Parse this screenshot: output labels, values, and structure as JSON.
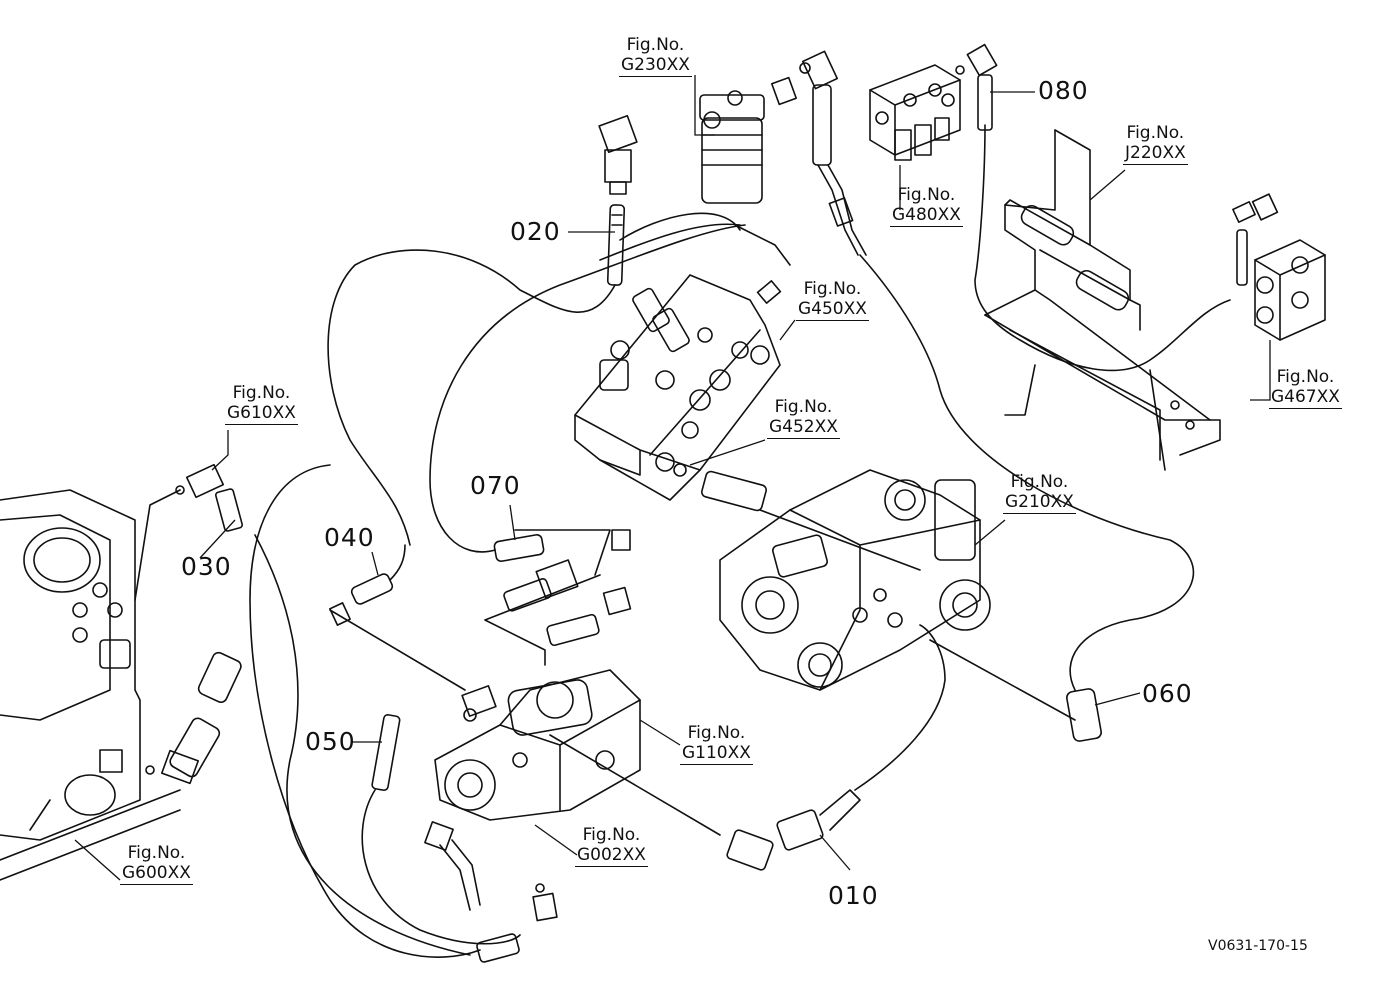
{
  "diagram": {
    "drawing_code": "V0631-170-15",
    "part_numbers": [
      {
        "id": "p010",
        "text": "010"
      },
      {
        "id": "p020",
        "text": "020"
      },
      {
        "id": "p030",
        "text": "030"
      },
      {
        "id": "p040",
        "text": "040"
      },
      {
        "id": "p050",
        "text": "050"
      },
      {
        "id": "p060",
        "text": "060"
      },
      {
        "id": "p070",
        "text": "070"
      },
      {
        "id": "p080",
        "text": "080"
      }
    ],
    "figure_refs": [
      {
        "id": "g230",
        "label": "Fig.No.",
        "code": "G230XX"
      },
      {
        "id": "g480",
        "label": "Fig.No.",
        "code": "G480XX"
      },
      {
        "id": "j220",
        "label": "Fig.No.",
        "code": "J220XX"
      },
      {
        "id": "g450",
        "label": "Fig.No.",
        "code": "G450XX"
      },
      {
        "id": "g452",
        "label": "Fig.No.",
        "code": "G452XX"
      },
      {
        "id": "g467",
        "label": "Fig.No.",
        "code": "G467XX"
      },
      {
        "id": "g610",
        "label": "Fig.No.",
        "code": "G610XX"
      },
      {
        "id": "g210",
        "label": "Fig.No.",
        "code": "G210XX"
      },
      {
        "id": "g110",
        "label": "Fig.No.",
        "code": "G110XX"
      },
      {
        "id": "g002",
        "label": "Fig.No.",
        "code": "G002XX"
      },
      {
        "id": "g600",
        "label": "Fig.No.",
        "code": "G600XX"
      }
    ]
  }
}
